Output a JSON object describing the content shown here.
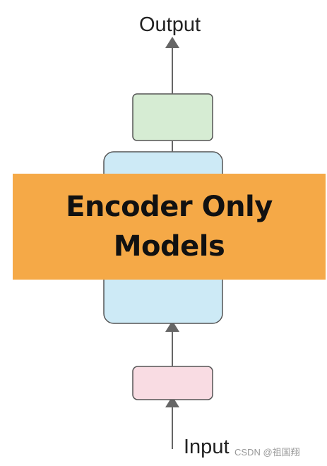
{
  "diagram": {
    "output_label": "Output",
    "input_label": "Input",
    "banner": {
      "line1": "Encoder Only",
      "line2": "Models"
    },
    "colors": {
      "encoder_fill": "#cdeaf6",
      "output_block_fill": "#d6ecd3",
      "input_block_fill": "#f9dce3",
      "banner_fill": "#f5a947",
      "arrow": "#666666",
      "block_stroke": "#555555"
    }
  },
  "watermark": "CSDN @祖国翔"
}
